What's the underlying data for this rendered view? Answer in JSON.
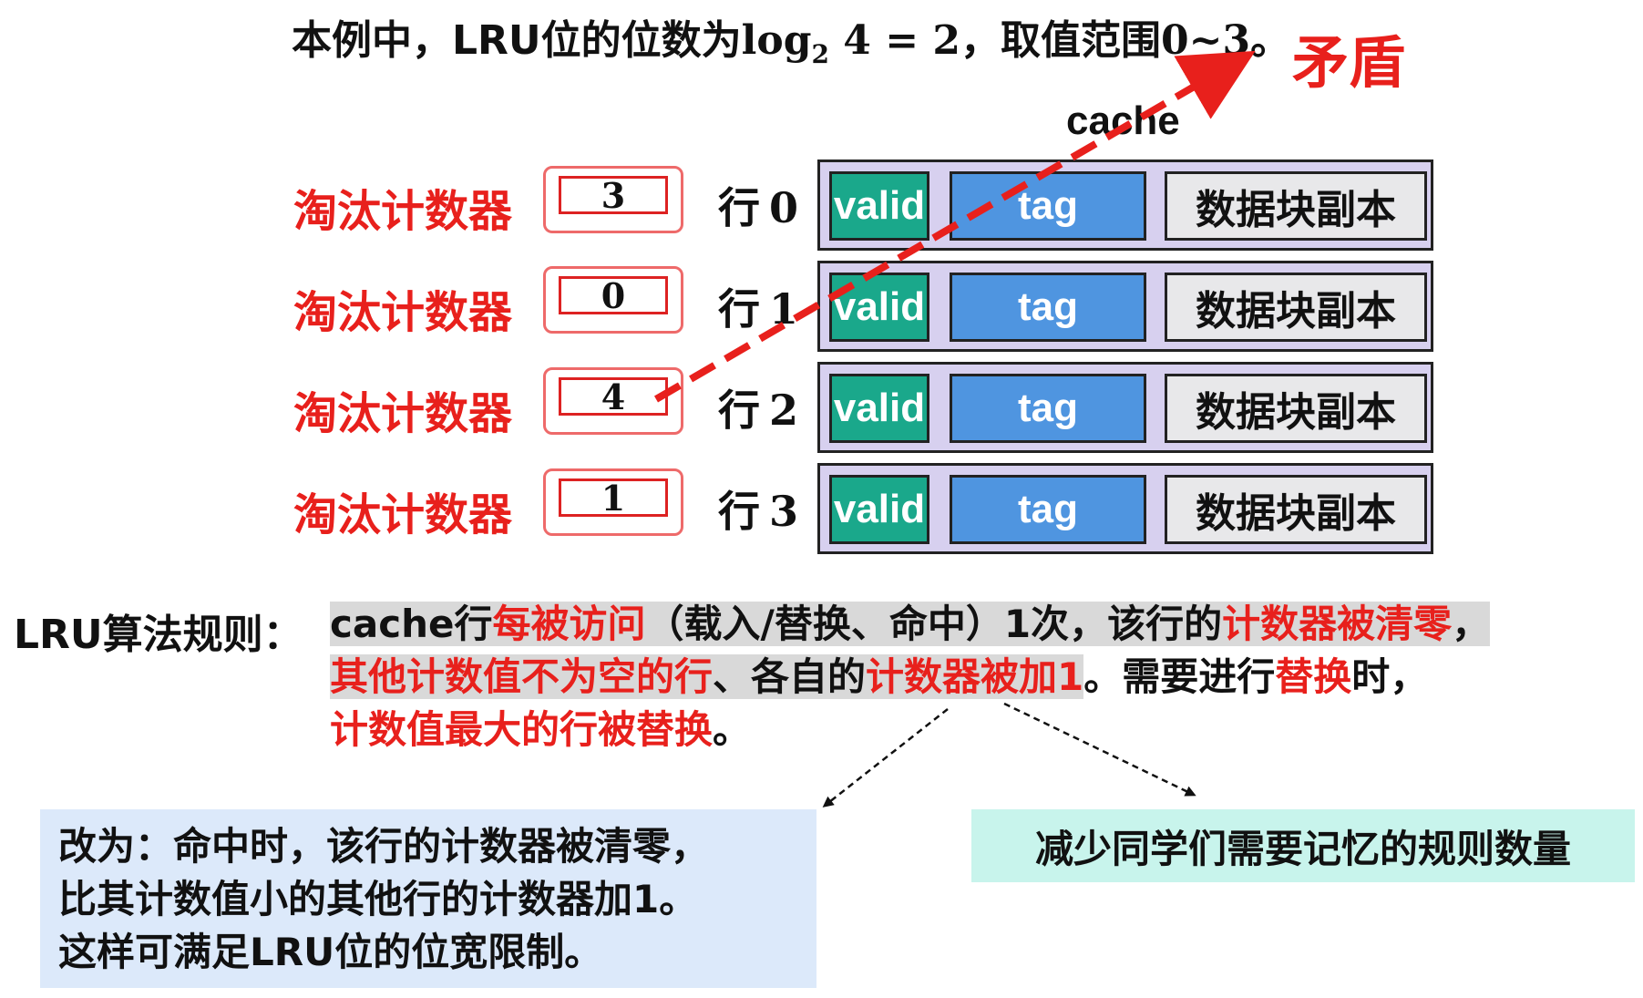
{
  "title": {
    "prefix": "本例中，LRU位的位数为",
    "math_log": "log",
    "math_base": "2",
    "math_expr": " 4 = 2",
    "suffix": "，取值范围",
    "range": "0~3",
    "end": "。"
  },
  "contradiction_label": "矛盾",
  "cache_label": "cache",
  "rows": [
    {
      "counter_label": "淘汰计数器",
      "counter_value": "3",
      "row_label": "行",
      "row_index": "0",
      "valid": "valid",
      "tag": "tag",
      "data": "数据块副本"
    },
    {
      "counter_label": "淘汰计数器",
      "counter_value": "0",
      "row_label": "行",
      "row_index": "1",
      "valid": "valid",
      "tag": "tag",
      "data": "数据块副本"
    },
    {
      "counter_label": "淘汰计数器",
      "counter_value": "4",
      "row_label": "行",
      "row_index": "2",
      "valid": "valid",
      "tag": "tag",
      "data": "数据块副本"
    },
    {
      "counter_label": "淘汰计数器",
      "counter_value": "1",
      "row_label": "行",
      "row_index": "3",
      "valid": "valid",
      "tag": "tag",
      "data": "数据块副本"
    }
  ],
  "rules": {
    "label": "LRU算法规则：",
    "p1": "cache行",
    "p2": "每被访问",
    "p3": "（载入/替换、命中）1次，该行的",
    "p4": "计数器被清零",
    "p5": "，",
    "p6": "其他计数值不为空的行",
    "p7": "、各自的",
    "p8": "计数器被加1",
    "p9": "。需要进行",
    "p10": "替换",
    "p11": "时，",
    "p12": "计数值最大的行被替换",
    "p13": "。"
  },
  "note_left": {
    "line1": "改为：命中时，该行的计数器被清零，",
    "line2": "比其计数值小的其他行的计数器加1。",
    "line3": "这样可满足LRU位的位宽限制。"
  },
  "note_right": "减少同学们需要记忆的规则数量",
  "colors": {
    "red": "#e8201c",
    "valid_green": "#1aa88b",
    "tag_blue": "#4f95e0",
    "row_bg": "#d7d0ef",
    "note_left_bg": "#dce9fa",
    "note_right_bg": "#c8f4ec"
  }
}
